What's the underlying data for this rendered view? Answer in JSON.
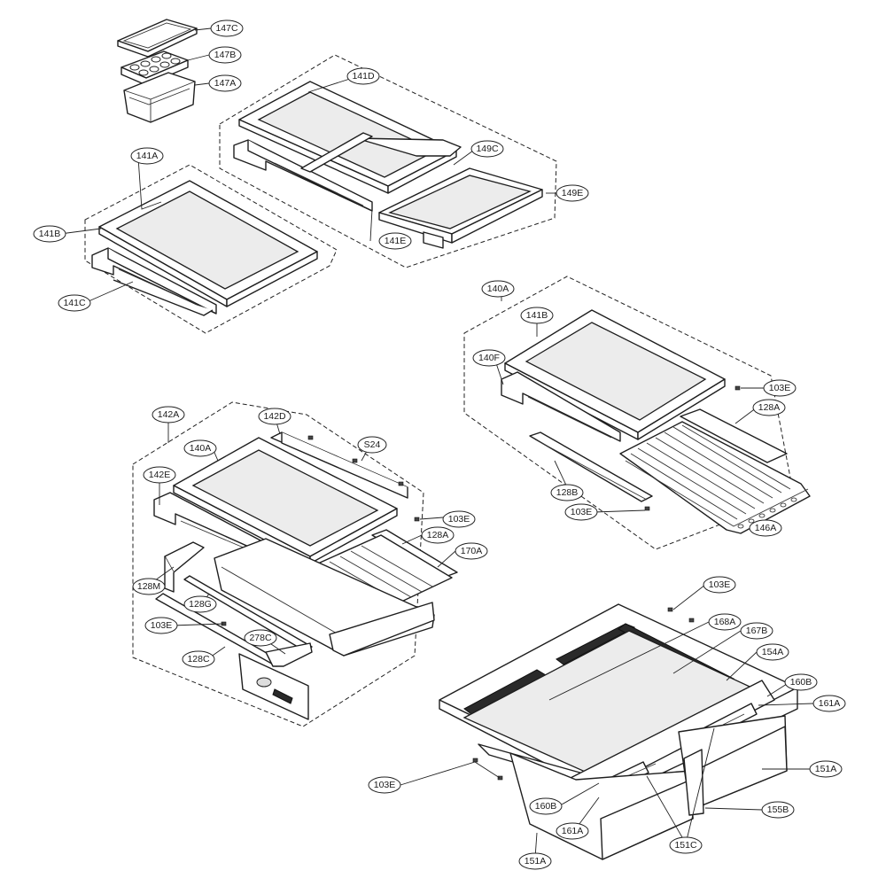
{
  "diagram": {
    "labels": {
      "l147C": "147C",
      "l147B": "147B",
      "l147A": "147A",
      "l141D": "141D",
      "l149C": "149C",
      "l149E": "149E",
      "l141E": "141E",
      "l141A": "141A",
      "l141B_top": "141B",
      "l141C": "141C",
      "l140A_right": "140A",
      "l141B_right": "141B",
      "l140F": "140F",
      "l103E_r1": "103E",
      "l128A_r": "128A",
      "l128B": "128B",
      "l103E_r2": "103E",
      "l146A": "146A",
      "l142A": "142A",
      "l142D": "142D",
      "l140A_left": "140A",
      "lS24": "S24",
      "l142E": "142E",
      "l103E_l1": "103E",
      "l128A_l": "128A",
      "l170A": "170A",
      "l128M": "128M",
      "l128G": "128G",
      "l103E_l2": "103E",
      "l278C": "278C",
      "l128C": "128C",
      "l103E_b1": "103E",
      "l168A": "168A",
      "l167B": "167B",
      "l154A": "154A",
      "l160B_r": "160B",
      "l161A_r": "161A",
      "l151A_r": "151A",
      "l103E_b2": "103E",
      "l160B_l": "160B",
      "l155B": "155B",
      "l161A_l": "161A",
      "l151C": "151C",
      "l151A_l": "151A"
    }
  }
}
